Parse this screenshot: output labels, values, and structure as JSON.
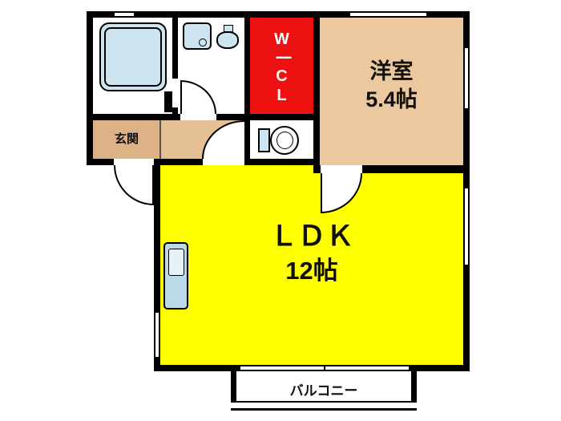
{
  "rooms": {
    "walk_in_closet": {
      "label": "W一CL"
    },
    "western_room": {
      "label": "洋室",
      "size": "5.4帖"
    },
    "entrance": {
      "label": "玄関"
    },
    "ldk": {
      "label": "ＬＤＫ",
      "size": "12帖"
    },
    "balcony": {
      "label": "バルコニー"
    }
  },
  "colors": {
    "wall": "#000000",
    "ldk_fill": "#ffff00",
    "closet_fill": "#ee1111",
    "western_room_fill": "#ebc89e",
    "entrance_fill": "#ddb287",
    "hallway_fill": "#e5c095",
    "fixture_fill": "#cde4f1",
    "kitchen_fill": "#bcd9ea",
    "closet_text": "#ffffff",
    "label_text": "#101010"
  }
}
